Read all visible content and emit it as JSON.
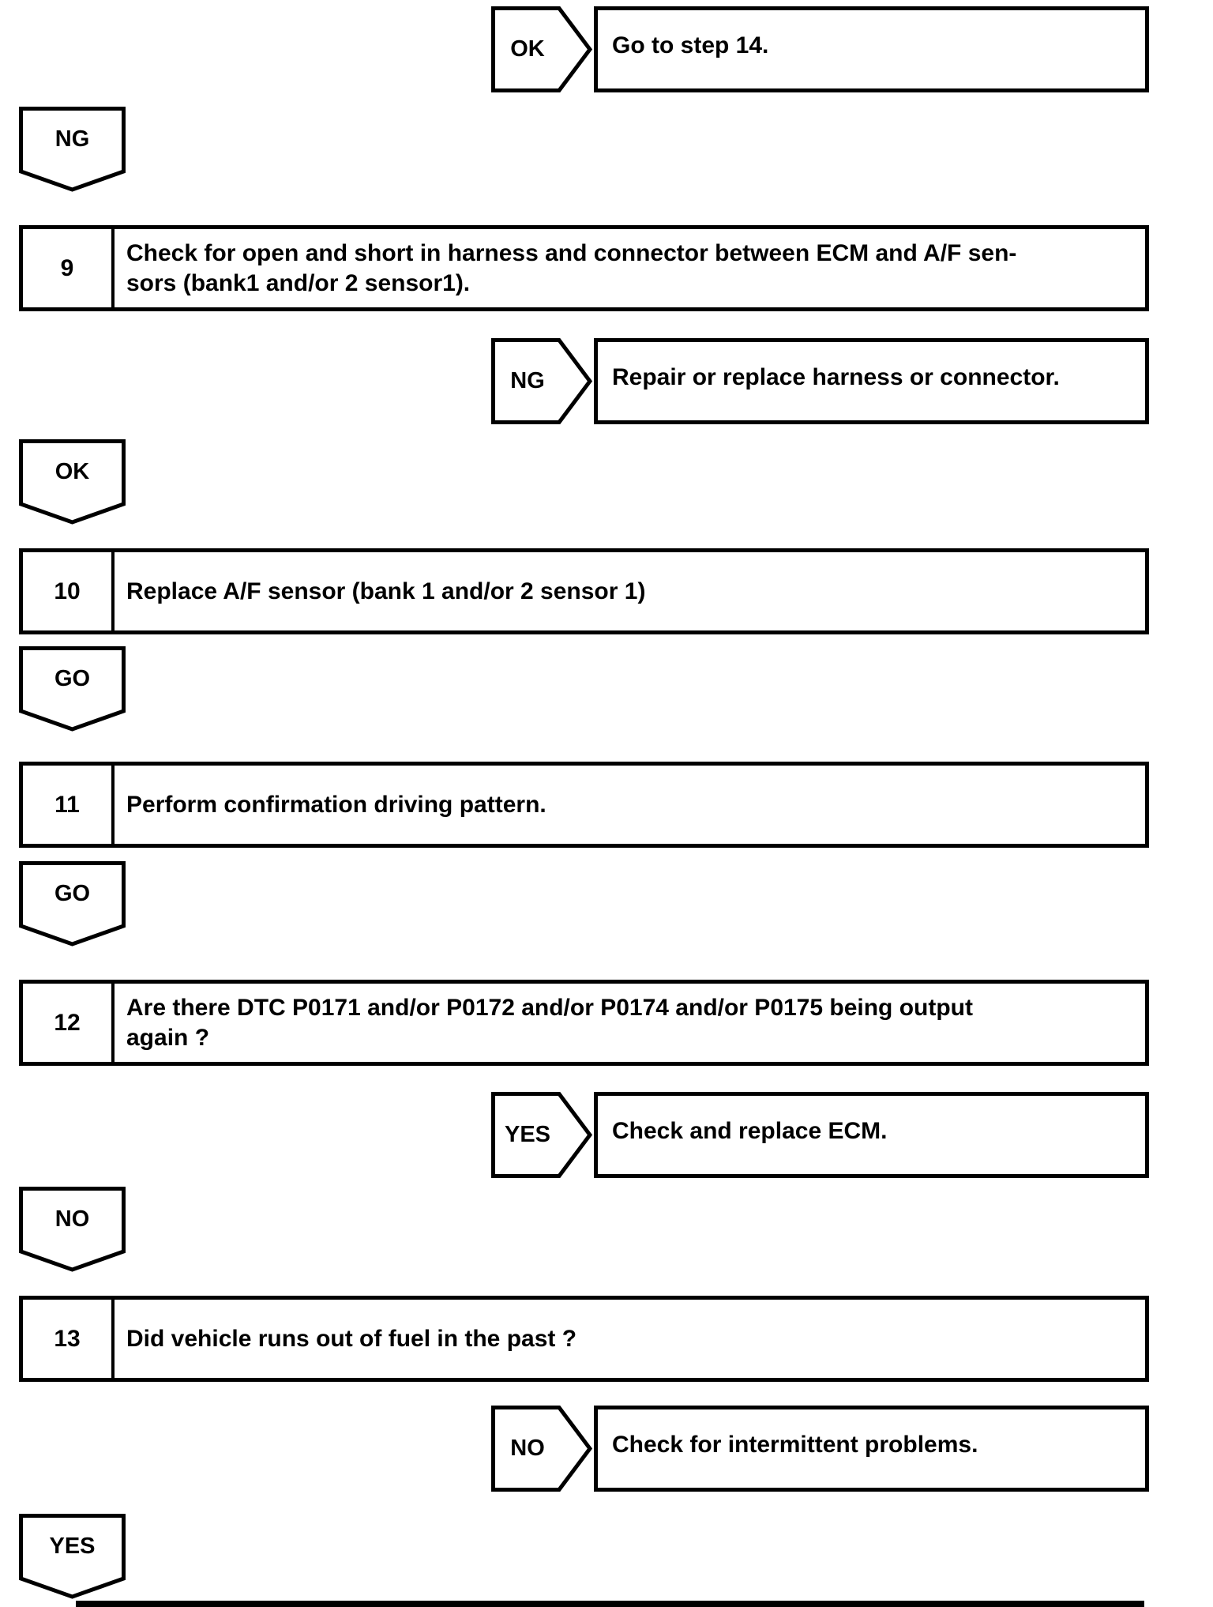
{
  "colors": {
    "line": "#000000",
    "background": "#ffffff",
    "text": "#000000"
  },
  "nodes": {
    "top_result": {
      "connector": "OK",
      "text": "Go to step 14."
    },
    "ng1": {
      "label": "NG"
    },
    "step9": {
      "number": "9",
      "lines": [
        "Check for open and short in harness and connector between ECM and A/F sen-",
        "sors (bank1 and/or 2 sensor1)."
      ]
    },
    "ng_result": {
      "connector": "NG",
      "text": "Repair or replace harness or connector."
    },
    "ok1": {
      "label": "OK"
    },
    "step10": {
      "number": "10",
      "lines": [
        "Replace A/F sensor (bank 1 and/or 2 sensor 1)"
      ]
    },
    "go1": {
      "label": "GO"
    },
    "step11": {
      "number": "11",
      "lines": [
        "Perform confirmation driving pattern."
      ]
    },
    "go2": {
      "label": "GO"
    },
    "step12": {
      "number": "12",
      "lines": [
        "Are there DTC P0171 and/or P0172 and/or P0174 and/or P0175 being output",
        "again ?"
      ]
    },
    "yes_result": {
      "connector": "YES",
      "text": "Check and replace ECM."
    },
    "no1": {
      "label": "NO"
    },
    "step13": {
      "number": "13",
      "lines": [
        "Did vehicle runs out of fuel in the past ?"
      ]
    },
    "no_result": {
      "connector": "NO",
      "text": "Check for intermittent problems."
    },
    "yes1": {
      "label": "YES"
    }
  }
}
